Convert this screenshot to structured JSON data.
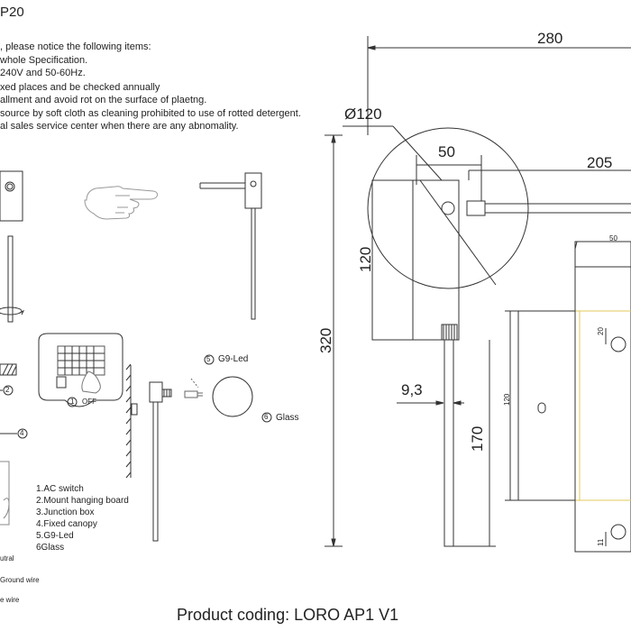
{
  "header": {
    "title_fragment": "P20",
    "notes": [
      ", please notice the following items:",
      "whole Specification.",
      "240V and 50-60Hz.",
      "xed places and be checked annually",
      "allment and avoid rot on the surface of plaetng.",
      "source by soft cloth as cleaning prohibited to use of rotted detergent.",
      "al sales service center when there are any abnomality."
    ]
  },
  "installation": {
    "callout_2": "2",
    "callout_4": "4",
    "callout_1": "1",
    "off_label": "OFF",
    "g9_led_label": "G9-Led",
    "glass_label": "Glass",
    "callout_5": "5",
    "callout_6": "6",
    "legend": [
      "1.AC switch",
      "2.Mount hanging board",
      "3.Junction box",
      "4.Fixed canopy",
      "5.G9-Led",
      "6Glass"
    ],
    "wiring": {
      "neutral": "utral",
      "ground": "Ground wire",
      "live": "e wire"
    }
  },
  "dimensions": {
    "width_total": "280",
    "diameter": "Ø120",
    "width_50": "50",
    "width_205": "205",
    "height_120": "120",
    "height_total": "320",
    "rod_diameter": "9,3",
    "rod_length": "170"
  },
  "canopy_detail": {
    "width_50": "50",
    "offset_20": "20",
    "height_120": "120",
    "hole_label": "0",
    "offset_11": "11"
  },
  "footer": {
    "product_coding": "Product coding: LORO AP1 V1"
  }
}
